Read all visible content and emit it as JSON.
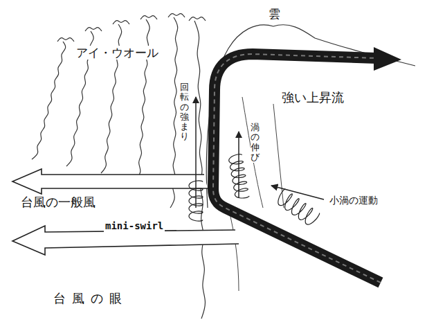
{
  "diagram": {
    "labels": [
      "アイ・ウオール",
      "雲",
      "強い上昇流",
      "回転の強まり",
      "渦の伸び",
      "小渦の運動",
      "台風の一般風",
      "mini-swirl",
      "台風の眼"
    ]
  }
}
